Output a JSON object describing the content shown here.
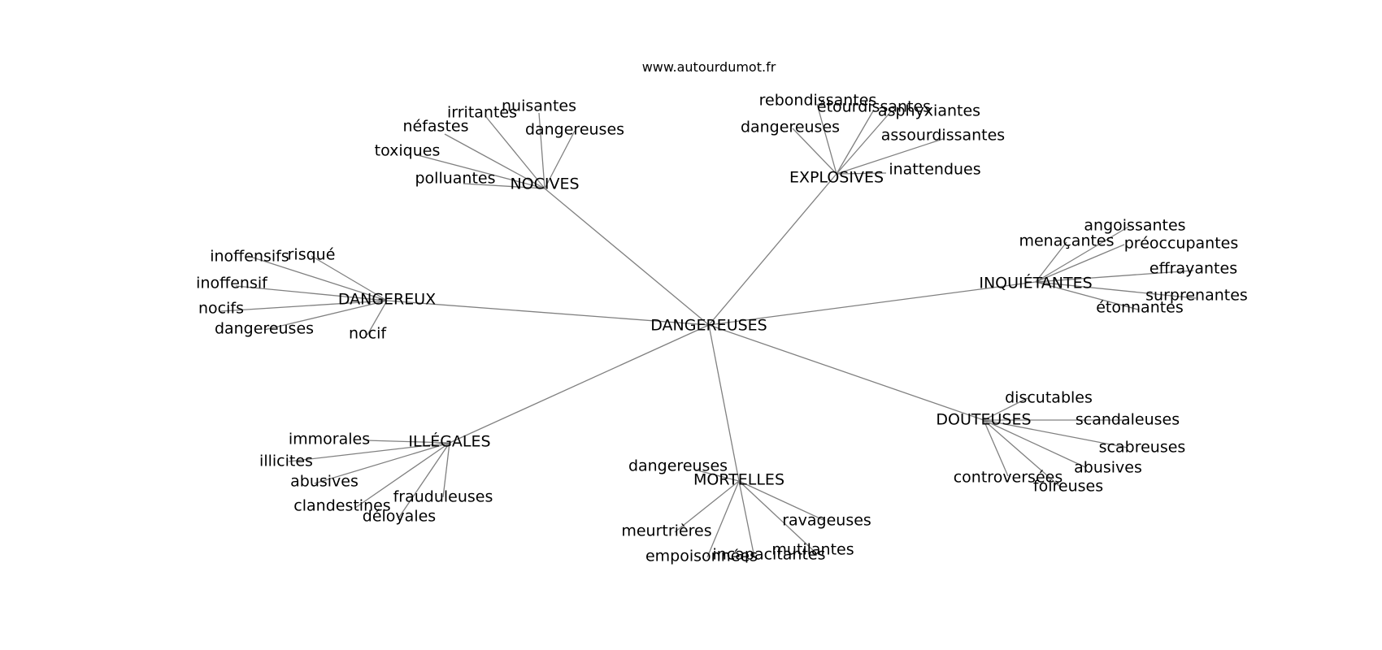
{
  "site": "www.autourdumot.fr",
  "colors": {
    "edge": "#808080",
    "text": "#000000",
    "background": "#ffffff"
  },
  "graph": {
    "center": "DANGEREUSES",
    "groups": [
      {
        "label": "NOCIVES",
        "children": [
          "nuisantes",
          "irritantes",
          "néfastes",
          "dangereuses",
          "toxiques",
          "polluantes"
        ]
      },
      {
        "label": "EXPLOSIVES",
        "children": [
          "rebondissantes",
          "étourdissantes",
          "asphyxiantes",
          "dangereuses",
          "assourdissantes",
          "inattendues"
        ]
      },
      {
        "label": "INQUIÉTANTES",
        "children": [
          "angoissantes",
          "menaçantes",
          "préoccupantes",
          "effrayantes",
          "surprenantes",
          "étonnantes"
        ]
      },
      {
        "label": "DANGEREUX",
        "children": [
          "risqué",
          "inoffensifs",
          "inoffensif",
          "nocifs",
          "dangereuses",
          "nocif"
        ]
      },
      {
        "label": "ILLÉGALES",
        "children": [
          "immorales",
          "illicites",
          "abusives",
          "frauduleuses",
          "clandestines",
          "déloyales"
        ]
      },
      {
        "label": "MORTELLES",
        "children": [
          "dangereuses",
          "ravageuses",
          "meurtrières",
          "mutilantes",
          "incapacitantes",
          "empoisonnées"
        ]
      },
      {
        "label": "DOUTEUSES",
        "children": [
          "discutables",
          "scandaleuses",
          "scabreuses",
          "abusives",
          "controversées",
          "foireuses"
        ]
      }
    ]
  }
}
